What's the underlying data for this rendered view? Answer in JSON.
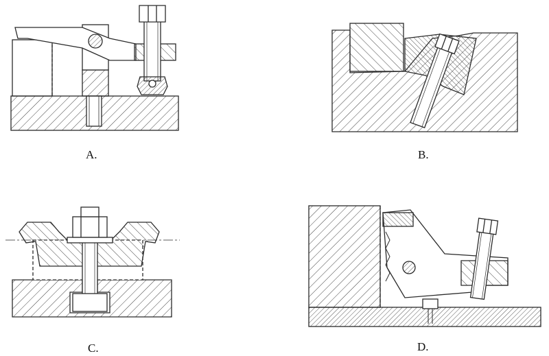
{
  "panels": [
    {
      "id": "A",
      "label": "A."
    },
    {
      "id": "B",
      "label": "B."
    },
    {
      "id": "C",
      "label": "C."
    },
    {
      "id": "D",
      "label": "D."
    }
  ],
  "style": {
    "line_color": "#2a2a2a",
    "hatch_color": "#444444",
    "background": "#ffffff"
  }
}
